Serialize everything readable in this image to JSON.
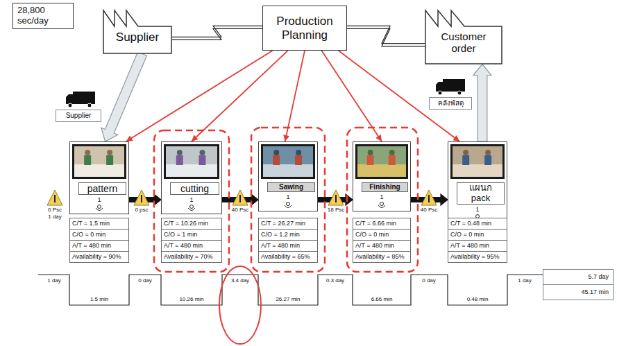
{
  "diagram": {
    "nodes": [
      {
        "text": [
          "28,800 sec/day"
        ]
      },
      {
        "text": [
          "Supplier"
        ]
      },
      {
        "text": [
          "Production Planning"
        ]
      },
      {
        "text": [
          "Customer order"
        ]
      },
      {
        "text": [
          "Supplier"
        ]
      },
      {
        "text": [
          "คลังพัสดุ"
        ]
      },
      {
        "text": [
          "pattern",
          "1"
        ]
      },
      {
        "text": [
          "cutting",
          "1"
        ]
      },
      {
        "text": [
          "Sawing",
          "1"
        ]
      },
      {
        "text": [
          "Finishing",
          "1"
        ]
      },
      {
        "text": [
          "แผนก pack",
          "1"
        ]
      },
      {
        "text": [
          "C/T = 1.5 min",
          "C/O = 0 min",
          "A/T = 480 min",
          "Availability = 90%"
        ]
      },
      {
        "text": [
          "C/T = 10.26 min",
          "C/O = 1 min",
          "A/T = 480 min",
          "Availability = 70%"
        ]
      },
      {
        "text": [
          "C/T = 26.27 min",
          "C/O = 1.2 min",
          "A/T = 480 min",
          "Availability = 65%"
        ]
      },
      {
        "text": [
          "C/T = 6.66 min",
          "C/O = 0 min",
          "A/T = 480 min",
          "Availability = 85%"
        ]
      },
      {
        "text": [
          "C/T = 0.48 min",
          "C/O = 0 min",
          "A/T = 480 min",
          "Availability = 95%"
        ]
      },
      {
        "text": [
          "5.7 day",
          "45.17 min"
        ]
      }
    ],
    "edges": [
      {
        "from": 1,
        "to": 2,
        "arrow": "none"
      },
      {
        "from": 2,
        "to": 3,
        "arrow": "none"
      },
      {
        "from": 2,
        "to": 6,
        "arrow": "to"
      },
      {
        "from": 2,
        "to": 7,
        "arrow": "to"
      },
      {
        "from": 2,
        "to": 8,
        "arrow": "to"
      },
      {
        "from": 2,
        "to": 9,
        "arrow": "to"
      },
      {
        "from": 2,
        "to": 10,
        "arrow": "to"
      },
      {
        "from": 1,
        "to": 6,
        "arrow": "to"
      },
      {
        "from": 10,
        "to": 3,
        "arrow": "to"
      },
      {
        "from": 6,
        "to": 7,
        "arrow": "to"
      },
      {
        "from": 7,
        "to": 8,
        "arrow": "to"
      },
      {
        "from": 8,
        "to": 9,
        "arrow": "to"
      },
      {
        "from": 9,
        "to": 10,
        "arrow": "to"
      }
    ],
    "labels": [
      "0 Psc 1 day",
      "0 psc",
      "40 Psc",
      "18 Psc",
      "40 Psc",
      "1 day",
      "1.5 min",
      "0 day",
      "10.26 min",
      "3.4 day",
      "26.27 min",
      "0.3 day",
      "6.66 min",
      "0 day",
      "0.48 min",
      "1 day"
    ]
  }
}
